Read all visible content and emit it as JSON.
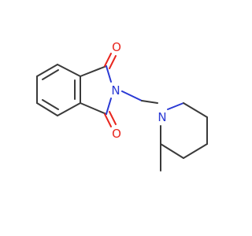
{
  "molecule": {
    "atoms": [
      {
        "label": "O",
        "color": "#e8261e"
      },
      {
        "label": "N",
        "color": "#2a39d4"
      },
      {
        "label": "O",
        "color": "#e8261e"
      },
      {
        "label": "N",
        "color": "#2a39d4"
      }
    ],
    "colors": {
      "bond": "#3a3a3a",
      "oxygen": "#e8261e",
      "nitrogen": "#2a39d4",
      "background": "#ffffff"
    }
  }
}
